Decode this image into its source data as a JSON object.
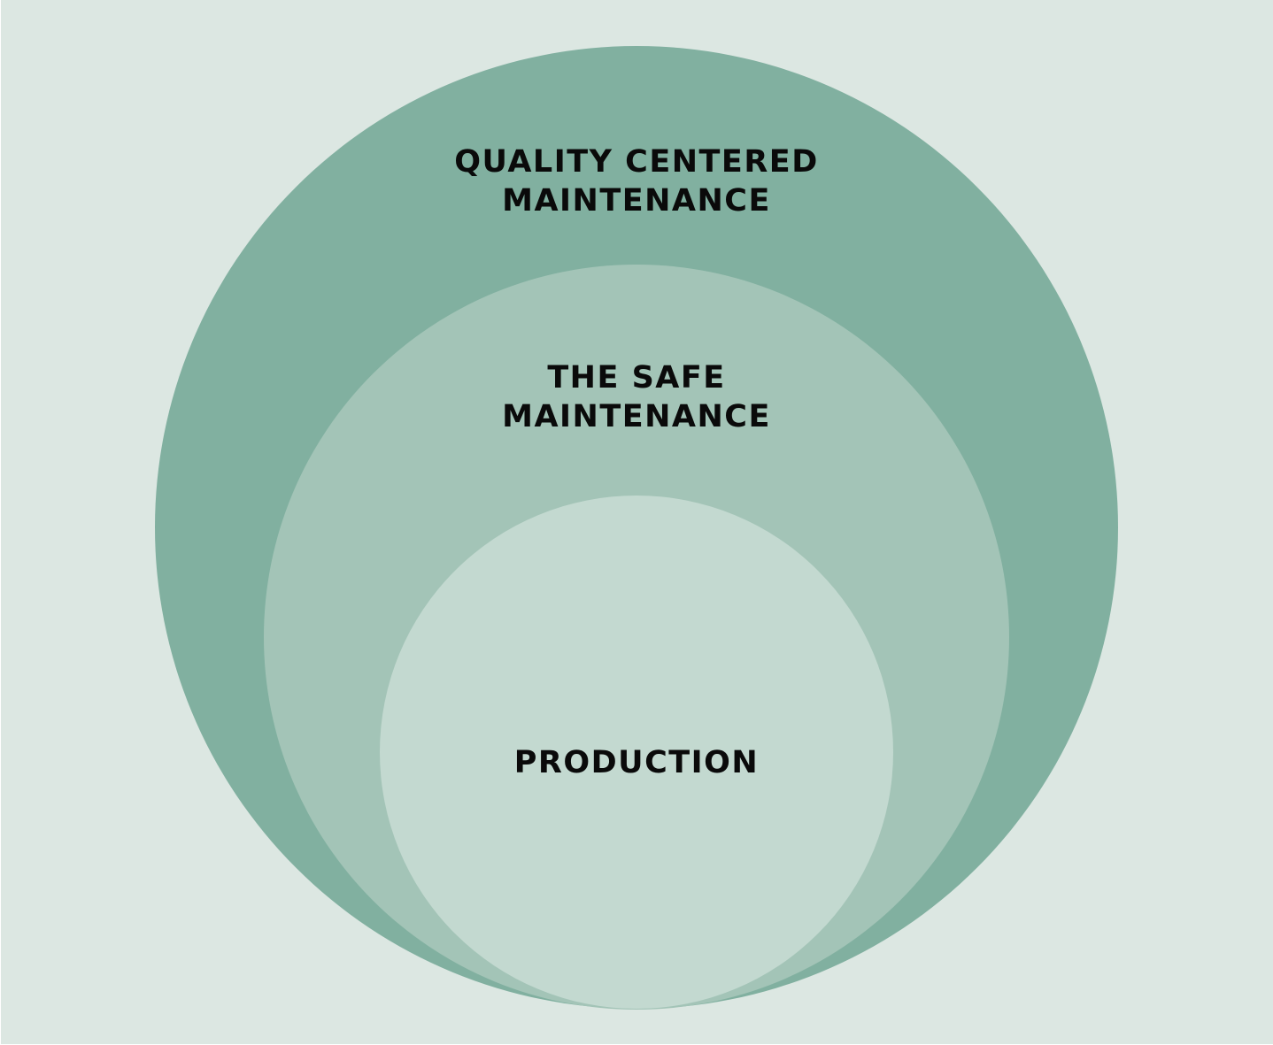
{
  "colors": {
    "background": "#dce7e2",
    "outer_circle": "#81b0a0",
    "middle_circle": "#a3c4b7",
    "inner_circle": "#c3d9d0",
    "text": "#0a0a0a"
  },
  "circles": {
    "outer": {
      "label_line1": "QUALITY CENTERED",
      "label_line2": "MAINTENANCE"
    },
    "middle": {
      "label_line1": "THE SAFE",
      "label_line2": "MAINTENANCE"
    },
    "inner": {
      "label_line1": "PRODUCTION"
    }
  }
}
